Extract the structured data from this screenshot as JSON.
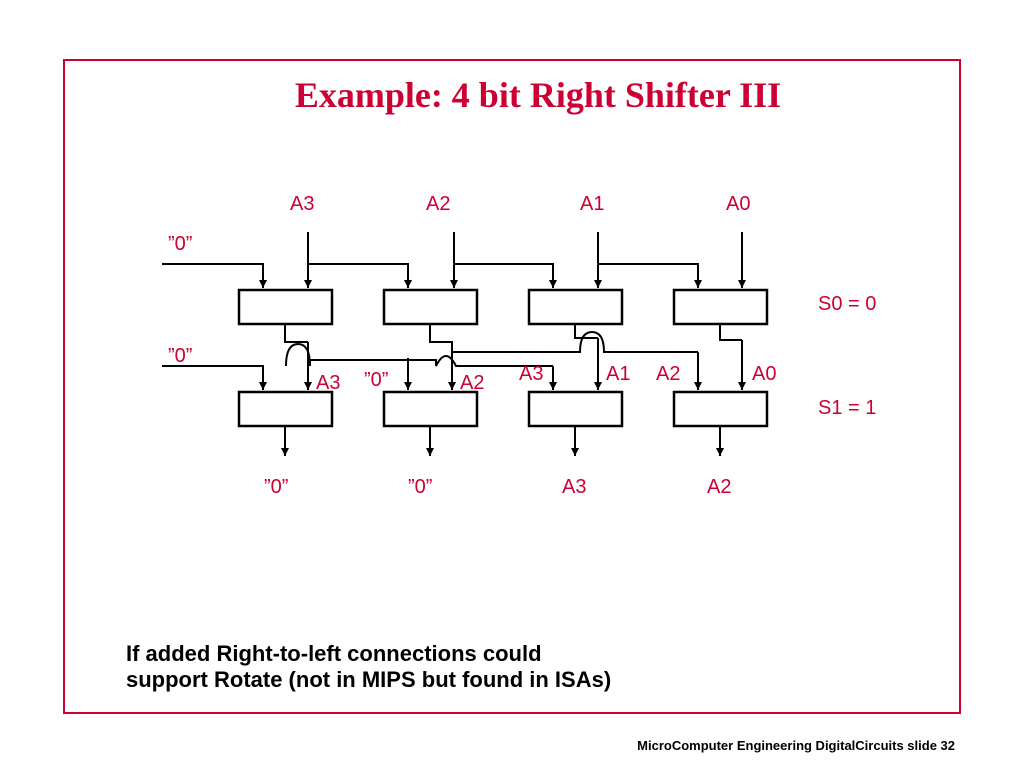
{
  "title": "Example: 4 bit Right Shifter III",
  "inputs": [
    "A3",
    "A2",
    "A1",
    "A0"
  ],
  "stage0": {
    "fill_label": "”0”",
    "select_label": "S0 = 0"
  },
  "stage1": {
    "fill_label": "”0”",
    "select_label": "S1 = 1",
    "mux_labels": [
      "A3",
      "”0”",
      "A2",
      "A3",
      "A1",
      "A2",
      "A0"
    ]
  },
  "outputs": [
    "”0”",
    "”0”",
    "A3",
    "A2"
  ],
  "note": {
    "line1": "If added Right-to-left connections could",
    "line2": "support Rotate (not in MIPS but found in ISAs)"
  },
  "footer": "MicroComputer Engineering DigitalCircuits slide 32",
  "colors": {
    "accent": "#cc0033",
    "ink": "#000000"
  }
}
